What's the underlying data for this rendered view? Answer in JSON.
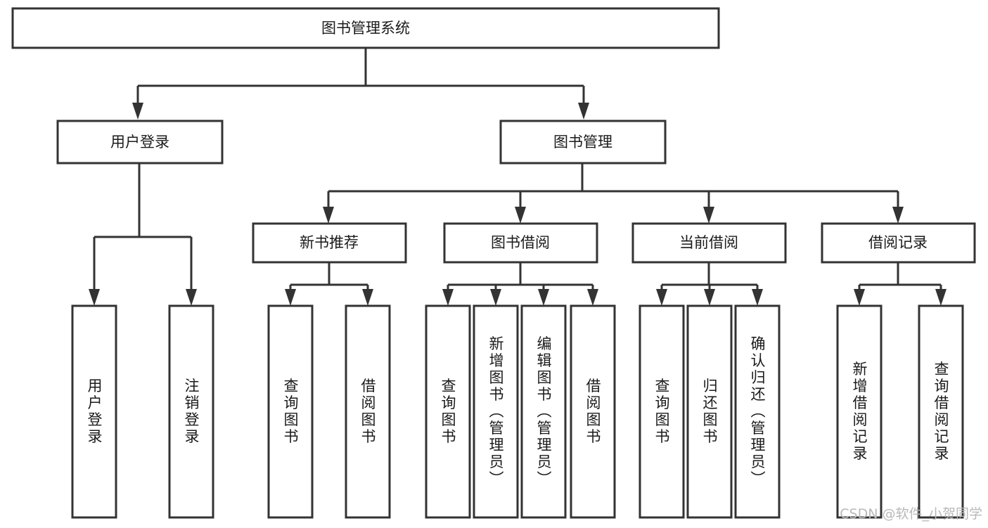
{
  "diagram": {
    "title": "图书管理系统",
    "type": "hierarchy-tree",
    "orientation": "top-down",
    "root": {
      "id": "root",
      "label": "图书管理系统"
    },
    "level2": [
      {
        "id": "user-login",
        "label": "用户登录"
      },
      {
        "id": "book-manage",
        "label": "图书管理"
      }
    ],
    "level3": [
      {
        "id": "new-book-recommend",
        "label": "新书推荐",
        "parent": "book-manage"
      },
      {
        "id": "book-borrow",
        "label": "图书借阅",
        "parent": "book-manage"
      },
      {
        "id": "current-borrow",
        "label": "当前借阅",
        "parent": "book-manage"
      },
      {
        "id": "borrow-record",
        "label": "借阅记录",
        "parent": "book-manage"
      }
    ],
    "leaves": [
      {
        "id": "leaf-user-login",
        "label": "用户登录",
        "parent": "user-login"
      },
      {
        "id": "leaf-user-logout",
        "label": "注销登录",
        "parent": "user-login"
      },
      {
        "id": "leaf-query-book-1",
        "label": "查询图书",
        "parent": "new-book-recommend"
      },
      {
        "id": "leaf-borrow-book-1",
        "label": "借阅图书",
        "parent": "new-book-recommend"
      },
      {
        "id": "leaf-query-book-2",
        "label": "查询图书",
        "parent": "book-borrow"
      },
      {
        "id": "leaf-add-book",
        "label": "新增图书（管理员）",
        "parent": "book-borrow"
      },
      {
        "id": "leaf-edit-book",
        "label": "编辑图书（管理员）",
        "parent": "book-borrow"
      },
      {
        "id": "leaf-borrow-book-2",
        "label": "借阅图书",
        "parent": "book-borrow"
      },
      {
        "id": "leaf-query-book-3",
        "label": "查询图书",
        "parent": "current-borrow"
      },
      {
        "id": "leaf-return-book",
        "label": "归还图书",
        "parent": "current-borrow"
      },
      {
        "id": "leaf-confirm-return",
        "label": "确认归还（管理员）",
        "parent": "current-borrow"
      },
      {
        "id": "leaf-add-record",
        "label": "新增借阅记录",
        "parent": "borrow-record"
      },
      {
        "id": "leaf-query-record",
        "label": "查询借阅记录",
        "parent": "borrow-record"
      }
    ],
    "colors": {
      "box_fill": "#ffffff",
      "box_stroke": "#333333",
      "text": "#1a1a1a",
      "background": "#ffffff",
      "watermark": "#b8b8b8"
    }
  },
  "watermark": {
    "text": "CSDN @软件_小贺同学"
  }
}
